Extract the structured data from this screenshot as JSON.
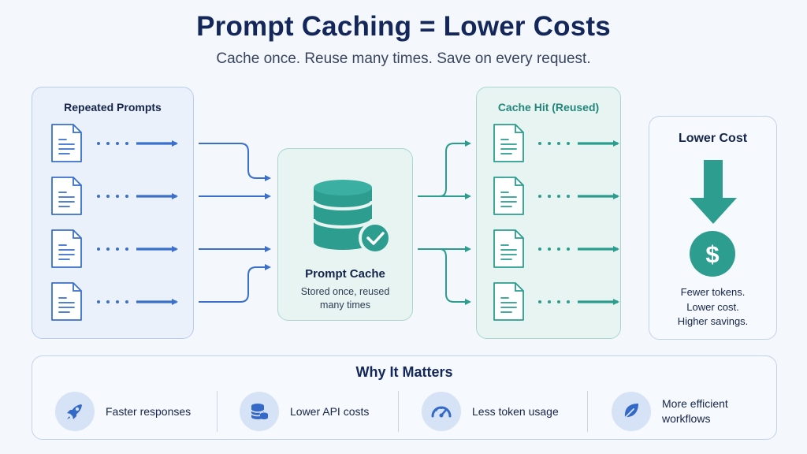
{
  "header": {
    "title": "Prompt Caching = Lower Costs",
    "subtitle": "Cache once. Reuse many times. Save on every request."
  },
  "repeated_prompts": {
    "label": "Repeated Prompts",
    "count": 4
  },
  "prompt_cache": {
    "title": "Prompt Cache",
    "description_line1": "Stored once, reused",
    "description_line2": "many times"
  },
  "cache_hit": {
    "label": "Cache Hit (Reused)",
    "count": 4
  },
  "lower_cost": {
    "title": "Lower Cost",
    "icon": "dollar-coin-icon",
    "lines": [
      "Fewer tokens.",
      "Lower cost.",
      "Higher savings."
    ]
  },
  "why_it_matters": {
    "title": "Why It Matters",
    "items": [
      {
        "icon": "rocket-icon",
        "line1": "Faster responses",
        "line2": ""
      },
      {
        "icon": "database-stack-icon",
        "line1": "Lower API costs",
        "line2": ""
      },
      {
        "icon": "speedometer-icon",
        "line1": "Less token usage",
        "line2": ""
      },
      {
        "icon": "leaf-icon",
        "line1": "More efficient",
        "line2": "workflows"
      }
    ]
  },
  "colors": {
    "navy": "#13275a",
    "blue": "#3a6fcb",
    "teal": "#2a9d8f",
    "teal_dark": "#23877b"
  }
}
